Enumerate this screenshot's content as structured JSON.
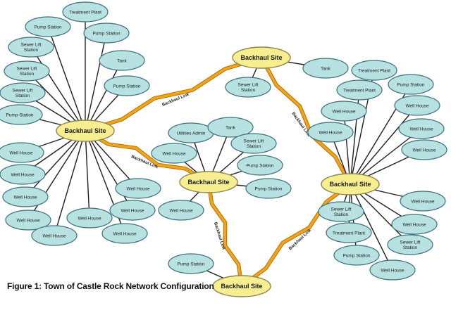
{
  "caption": "Figure 1: Town of Castle Rock Network Configuration",
  "colors": {
    "hub_fill": "#f7ee8f",
    "hub_stroke": "#8a8450",
    "node_fill": "#b8e2e2",
    "node_stroke": "#3d6f7a",
    "bolt": "#f0a618",
    "bolt_stroke": "#b86e05",
    "line": "#1f1f1f"
  },
  "link_label": "Backhaul Link",
  "hubs": [
    {
      "id": "h_left",
      "label": "Backhaul Site"
    },
    {
      "id": "h_top",
      "label": "Backhaul Site"
    },
    {
      "id": "h_mid",
      "label": "Backhaul Site"
    },
    {
      "id": "h_right",
      "label": "Backhaul Site"
    },
    {
      "id": "h_bottom",
      "label": "Backhaul Site"
    }
  ],
  "nodes": [
    {
      "hub": "h_left",
      "label": "Treatment Plant"
    },
    {
      "hub": "h_left",
      "label": "Pump Station"
    },
    {
      "hub": "h_left",
      "label": "Pump Station"
    },
    {
      "hub": "h_left",
      "label": "Sewer Lift Station"
    },
    {
      "hub": "h_left",
      "label": "Tank"
    },
    {
      "hub": "h_left",
      "label": "Sewer Lift Station"
    },
    {
      "hub": "h_left",
      "label": "Pump Station"
    },
    {
      "hub": "h_left",
      "label": "Sewer Lift Station"
    },
    {
      "hub": "h_left",
      "label": "Pump Station"
    },
    {
      "hub": "h_left",
      "label": "Well House"
    },
    {
      "hub": "h_left",
      "label": "Well House"
    },
    {
      "hub": "h_left",
      "label": "Well House"
    },
    {
      "hub": "h_left",
      "label": "Well House"
    },
    {
      "hub": "h_left",
      "label": "Well House"
    },
    {
      "hub": "h_left",
      "label": "Well House"
    },
    {
      "hub": "h_left",
      "label": "Well House"
    },
    {
      "hub": "h_left",
      "label": "Well House"
    },
    {
      "hub": "h_left",
      "label": "Well House"
    },
    {
      "hub": "h_top",
      "label": "Tank"
    },
    {
      "hub": "h_top",
      "label": "Sewer Lift Station"
    },
    {
      "hub": "h_mid",
      "label": "Utilities Admin"
    },
    {
      "hub": "h_mid",
      "label": "Tank"
    },
    {
      "hub": "h_mid",
      "label": "Well House"
    },
    {
      "hub": "h_mid",
      "label": "Sewer Lift Station"
    },
    {
      "hub": "h_mid",
      "label": "Pump Station"
    },
    {
      "hub": "h_mid",
      "label": "Pump Station"
    },
    {
      "hub": "h_mid",
      "label": "Well House"
    },
    {
      "hub": "h_right",
      "label": "Treatment Plant"
    },
    {
      "hub": "h_right",
      "label": "Treatment Plant"
    },
    {
      "hub": "h_right",
      "label": "Pump Station"
    },
    {
      "hub": "h_right",
      "label": "Well House"
    },
    {
      "hub": "h_right",
      "label": "Well House"
    },
    {
      "hub": "h_right",
      "label": "Well House"
    },
    {
      "hub": "h_right",
      "label": "Well House"
    },
    {
      "hub": "h_right",
      "label": "Well House"
    },
    {
      "hub": "h_right",
      "label": "Well House"
    },
    {
      "hub": "h_right",
      "label": "Sewer Lift Station"
    },
    {
      "hub": "h_right",
      "label": "Well House"
    },
    {
      "hub": "h_right",
      "label": "Treatment Plant"
    },
    {
      "hub": "h_right",
      "label": "Sewer Lift Station"
    },
    {
      "hub": "h_right",
      "label": "Pump Station"
    },
    {
      "hub": "h_right",
      "label": "Well House"
    },
    {
      "hub": "h_bottom",
      "label": "Pump Station"
    }
  ],
  "links": [
    {
      "from": "h_left",
      "to": "h_top"
    },
    {
      "from": "h_left",
      "to": "h_mid"
    },
    {
      "from": "h_top",
      "to": "h_right"
    },
    {
      "from": "h_mid",
      "to": "h_bottom"
    },
    {
      "from": "h_bottom",
      "to": "h_right"
    }
  ]
}
